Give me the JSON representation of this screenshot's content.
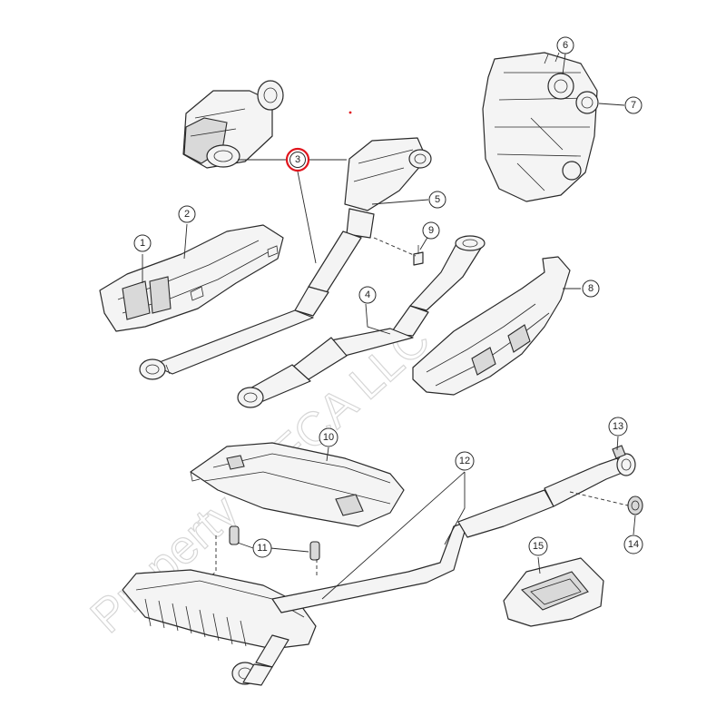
{
  "watermark": "Property of FCA LLC",
  "callouts": [
    {
      "id": "1",
      "label": "1"
    },
    {
      "id": "2",
      "label": "2"
    },
    {
      "id": "3",
      "label": "3"
    },
    {
      "id": "4",
      "label": "4"
    },
    {
      "id": "5",
      "label": "5"
    },
    {
      "id": "6",
      "label": "6"
    },
    {
      "id": "7",
      "label": "7"
    },
    {
      "id": "8",
      "label": "8"
    },
    {
      "id": "9",
      "label": "9"
    },
    {
      "id": "10",
      "label": "10"
    },
    {
      "id": "11",
      "label": "11"
    },
    {
      "id": "12",
      "label": "12"
    },
    {
      "id": "13",
      "label": "13"
    },
    {
      "id": "14",
      "label": "14"
    },
    {
      "id": "15",
      "label": "15"
    }
  ],
  "highlighted_callout": "3",
  "highlight_color": "#e0141c"
}
